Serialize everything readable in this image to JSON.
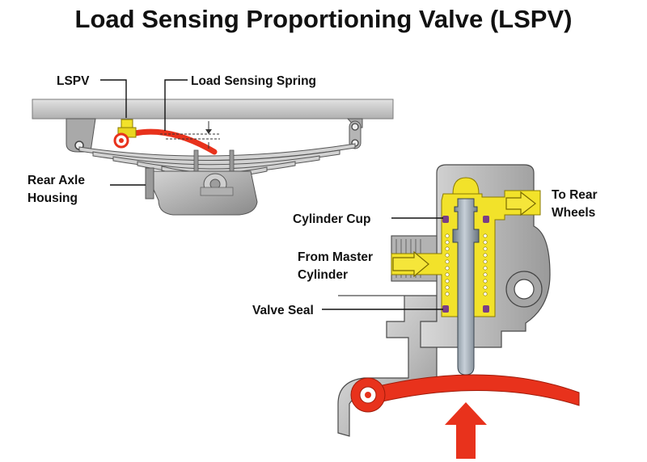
{
  "title": "Load Sensing Proportioning Valve (LSPV)",
  "labels": {
    "lspv": "LSPV",
    "load_sensing_spring": "Load Sensing Spring",
    "rear_axle_line1": "Rear Axle",
    "rear_axle_line2": "Housing",
    "cylinder_cup": "Cylinder Cup",
    "to_rear_line1": "To Rear",
    "to_rear_line2": "Wheels",
    "from_master_line1": "From Master",
    "from_master_line2": "Cylinder",
    "valve_seal": "Valve Seal"
  },
  "colors": {
    "spring_red": "#e8321c",
    "fluid_yellow": "#f2e22a",
    "seal_purple": "#7a3e86",
    "housing_gray": "#b8b8b8",
    "frame_gray": "#c9c9c9"
  }
}
